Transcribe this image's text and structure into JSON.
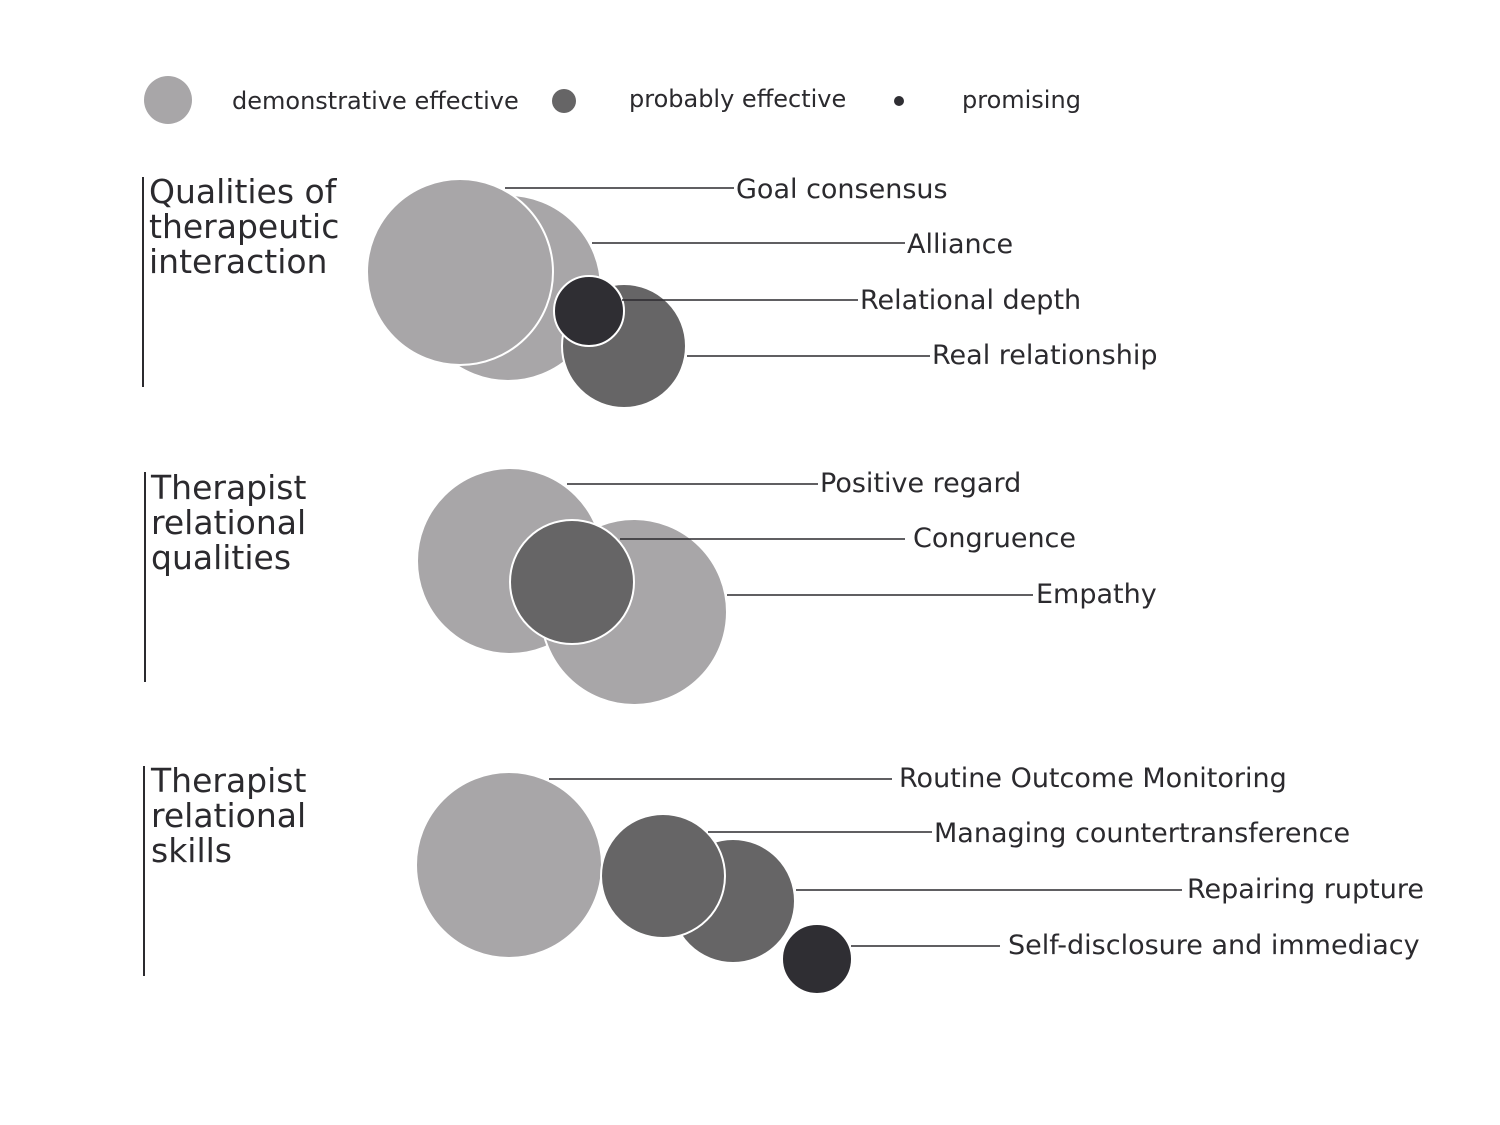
{
  "colors": {
    "demonstrative_effective": "#a8a6a8",
    "probably_effective": "#666566",
    "promising": "#2f2e33",
    "text": "#2b2a2e",
    "background": "#ffffff"
  },
  "legend": [
    {
      "key": "demonstrative_effective",
      "label": "demonstrative effective"
    },
    {
      "key": "probably_effective",
      "label": "probably effective"
    },
    {
      "key": "promising",
      "label": "promising"
    }
  ],
  "groups": [
    {
      "title_lines": [
        "Qualities of",
        "therapeutic",
        "interaction"
      ],
      "items": [
        {
          "label": "Goal consensus",
          "evidence": "demonstrative_effective"
        },
        {
          "label": "Alliance",
          "evidence": "demonstrative_effective"
        },
        {
          "label": "Relational depth",
          "evidence": "promising"
        },
        {
          "label": "Real relationship",
          "evidence": "probably_effective"
        }
      ]
    },
    {
      "title_lines": [
        "Therapist",
        "relational",
        "qualities"
      ],
      "items": [
        {
          "label": "Positive regard",
          "evidence": "demonstrative_effective"
        },
        {
          "label": "Congruence",
          "evidence": "probably_effective"
        },
        {
          "label": "Empathy",
          "evidence": "demonstrative_effective"
        }
      ]
    },
    {
      "title_lines": [
        "Therapist",
        "relational",
        "skills"
      ],
      "items": [
        {
          "label": "Routine Outcome Monitoring",
          "evidence": "demonstrative_effective"
        },
        {
          "label": "Managing countertransference",
          "evidence": "probably_effective"
        },
        {
          "label": "Repairing rupture",
          "evidence": "probably_effective"
        },
        {
          "label": "Self-disclosure and immediacy",
          "evidence": "promising"
        }
      ]
    }
  ]
}
